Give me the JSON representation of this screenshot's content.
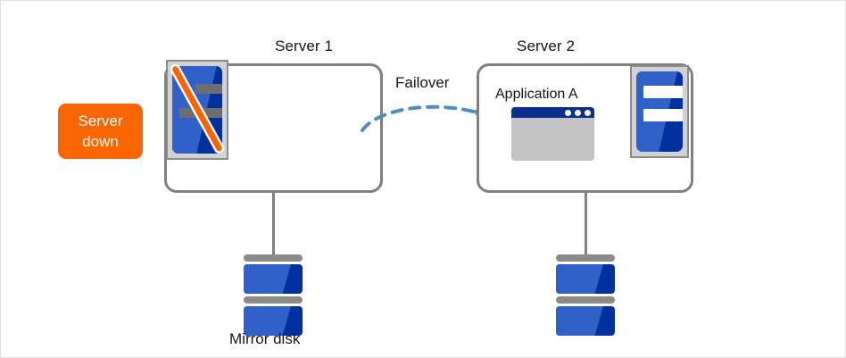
{
  "diagram": {
    "title_server1": "Server 1",
    "title_server2": "Server 2",
    "failover_label": "Failover",
    "application_label": "Application A",
    "mirror_disk_label": "Mirror disk",
    "status_badge": {
      "line1": "Server",
      "line2": "down",
      "color": "#f96500",
      "text_color": "#ffffff"
    },
    "icons": {
      "server_down_icon": "server-disabled-icon",
      "server_active_icon": "server-active-icon",
      "app_window_icon": "application-window-icon",
      "disk_icon": "mirror-disk-icon",
      "failover_arrow_icon": "dashed-curved-arrow-icon"
    },
    "colors": {
      "box_border": "#808080",
      "server_blue_light": "#3061c8",
      "server_blue_dark": "#002f9e",
      "icon_frame": "#d2d2d2",
      "icon_frame_border": "#8c8c8c",
      "slash_orange": "#fa6400",
      "arrow_blue": "#4a8fc4",
      "app_titlebar": "#0b2f91",
      "app_body": "#c4c4c4",
      "disk_rib": "#8a8a8a",
      "canvas_border": "#e0e0e0"
    }
  }
}
